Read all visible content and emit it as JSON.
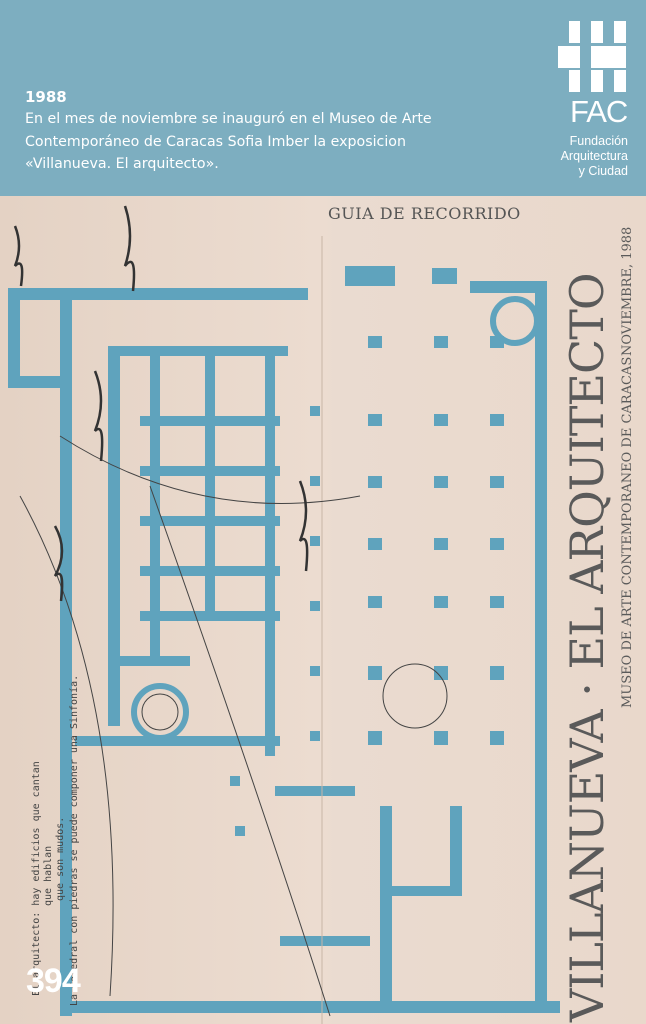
{
  "header": {
    "year": "1988",
    "description_lines": [
      "En el mes de noviembre se inauguró en el Museo de Arte",
      "Contemporáneo de Caracas Sofia Imber la exposicion",
      "«Villanueva. El arquitecto»."
    ],
    "logo": {
      "acronym": "FAC",
      "name_lines": [
        "Fundación",
        "Arquitectura",
        "y Ciudad"
      ]
    }
  },
  "poster": {
    "top_label": "GUIA DE RECORRIDO",
    "title": "VILLANUEVA · EL ARQUITECTO",
    "subtitle": "MUSEO DE ARTE CONTEMPORANEO DE CARACAS",
    "date": "NOVIEMBRE, 1988",
    "typed_lines": [
      "El arquitecto: hay edificios que cantan",
      "que hablan",
      "que son mudos.",
      "La Catedral con piedras se puede componer una Sinfonía."
    ],
    "colors": {
      "plan_blue": "#5fa3bd",
      "paper": "#e8d8ca",
      "header": "#7daec0"
    }
  },
  "page_number": "394"
}
